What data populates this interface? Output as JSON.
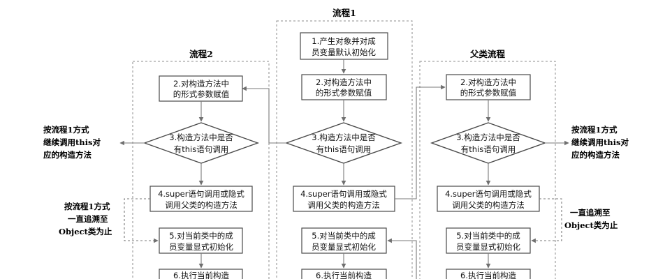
{
  "titles": {
    "flow1": "流程1",
    "flow2": "流程2",
    "parent": "父类流程"
  },
  "flow1": {
    "step1": [
      "1.产生对象并对成",
      "员变量默认初始化"
    ],
    "step2": [
      "2.对构造方法中",
      "的形式参数赋值"
    ],
    "step3": [
      "3.构造方法中是否",
      "有this语句调用"
    ],
    "step4": [
      "4.super语句调用或隐式",
      "调用父类的构造方法"
    ],
    "step5": [
      "5.对当前类中的成",
      "员变量显式初始化"
    ],
    "step6": [
      "6.执行当前构造"
    ]
  },
  "flow2": {
    "step2": [
      "2.对构造方法中",
      "的形式参数赋值"
    ],
    "step3": [
      "3.构造方法中是否",
      "有this语句调用"
    ],
    "step4": [
      "4.super语句调用或隐式",
      "调用父类的构造方法"
    ],
    "step5": [
      "5.对当前类中的成",
      "员变量显式初始化"
    ],
    "step6": [
      "6.执行当前构造"
    ]
  },
  "parent": {
    "step2": [
      "2.对构造方法中",
      "的形式参数赋值"
    ],
    "step3": [
      "3.构造方法中是否",
      "有this语句调用"
    ],
    "step4": [
      "4.super语句调用或隐式",
      "调用父类的构造方法"
    ],
    "step5": [
      "5.对当前类中的成",
      "员变量显式初始化"
    ],
    "step6": [
      "6.执行当前构造"
    ]
  },
  "side_notes": {
    "left_this": [
      "按流程1方式",
      "继续调用this对",
      "应的构造方法"
    ],
    "left_super": [
      "按流程1方式",
      "一直追溯至",
      "Object类为止"
    ],
    "right_this": [
      "按流程1方式",
      "继续调用this对",
      "应的构造方法"
    ],
    "right_super": [
      "一直追溯至",
      "Object类为止"
    ]
  }
}
